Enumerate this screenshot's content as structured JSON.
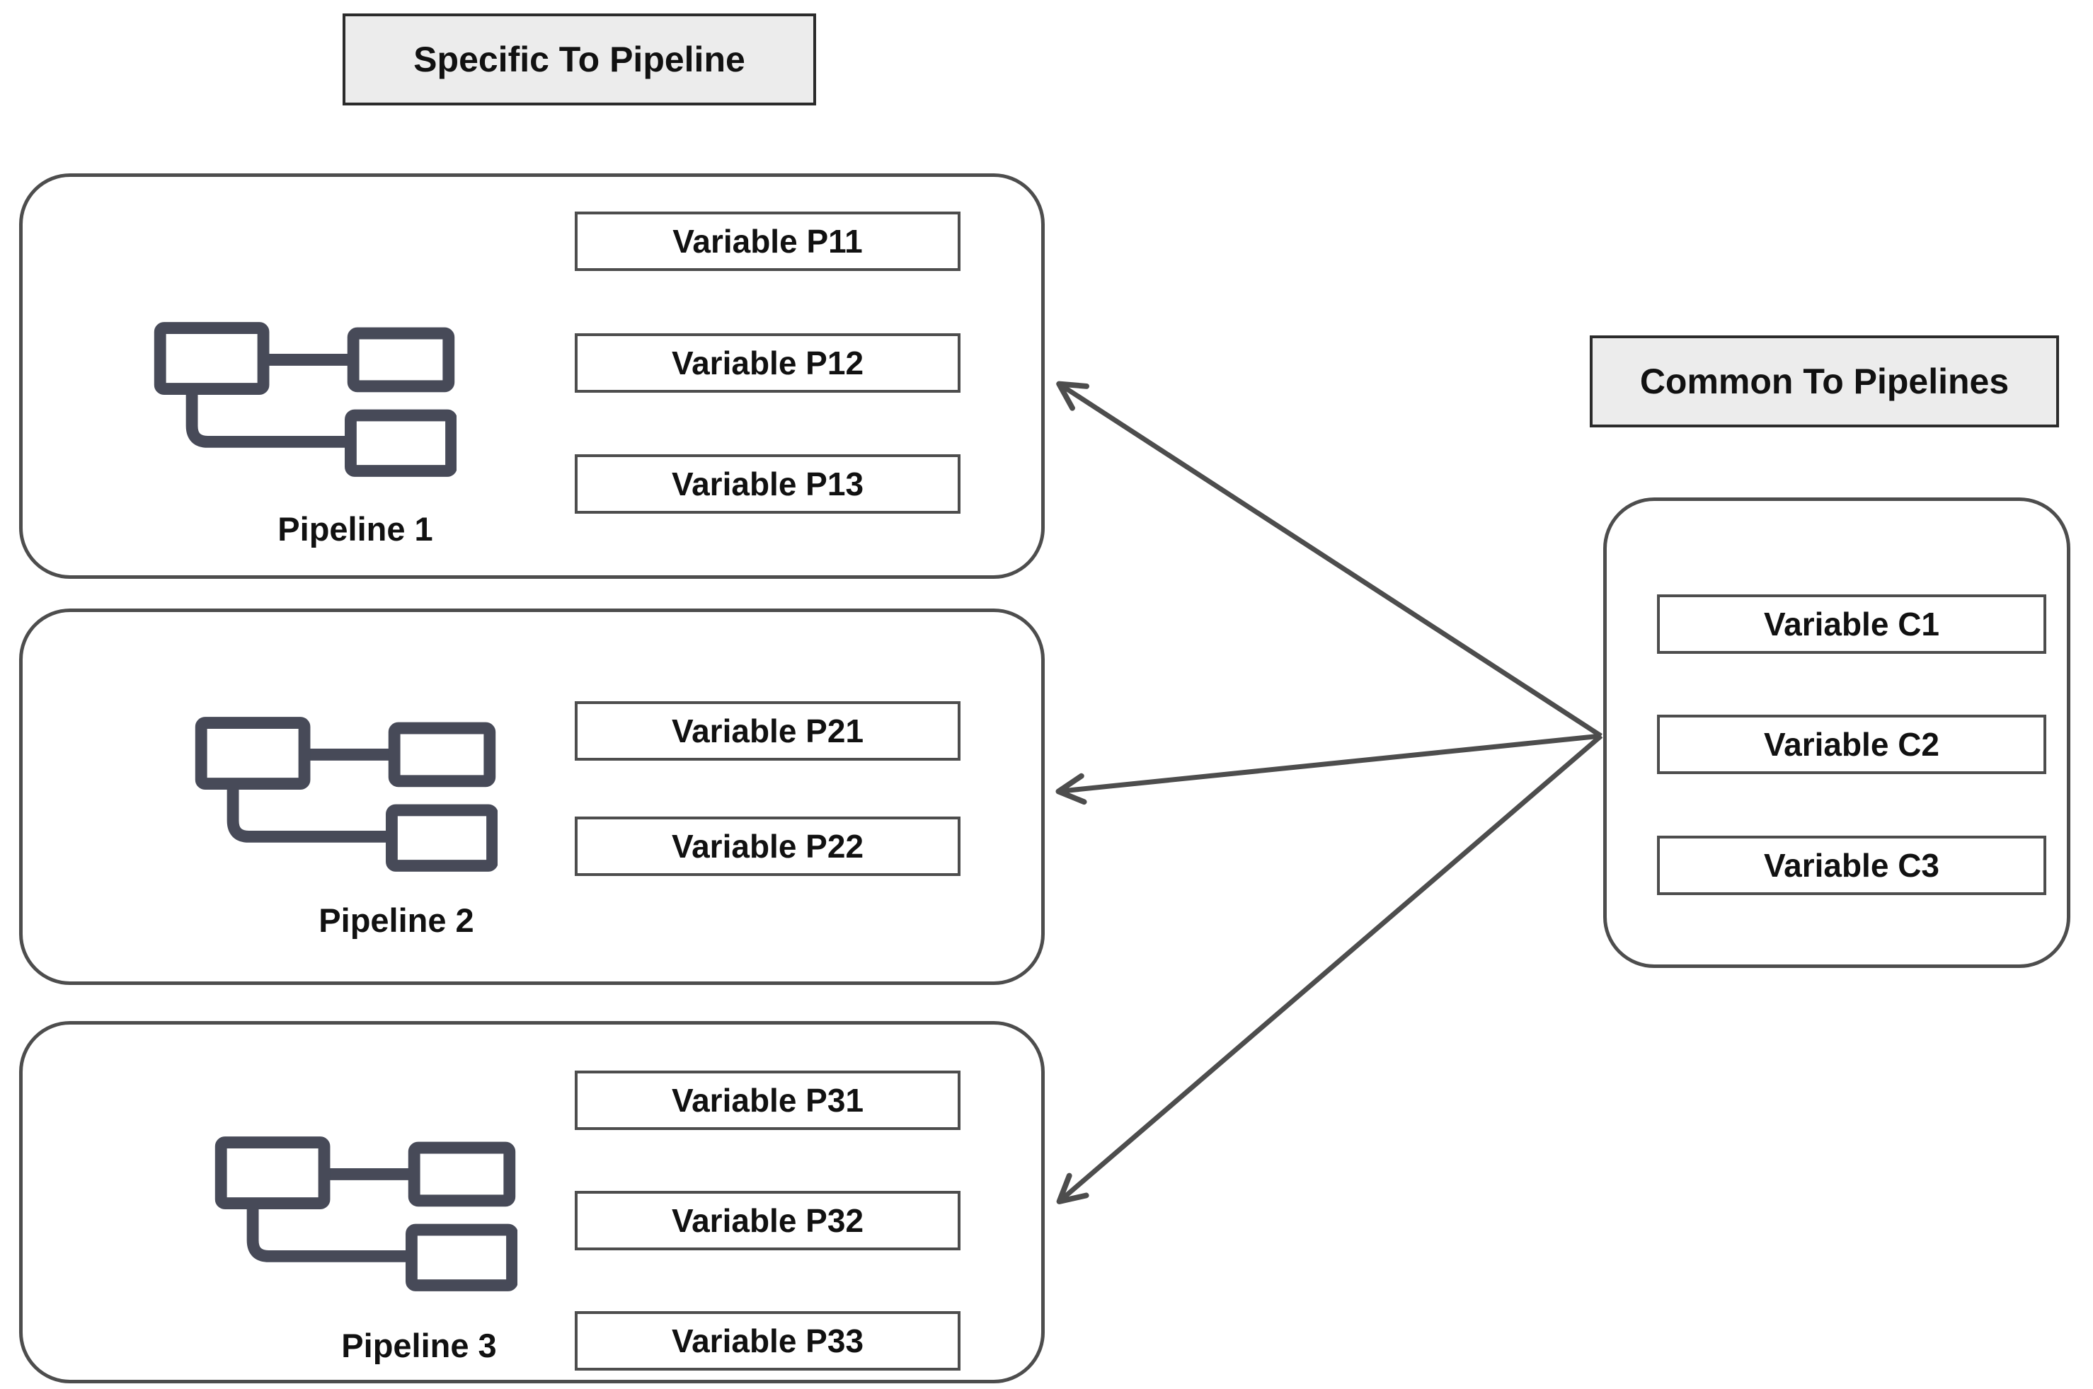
{
  "diagram": {
    "left_header": "Specific To Pipeline",
    "right_header": "Common To Pipelines",
    "pipelines": [
      {
        "label": "Pipeline 1",
        "variables": [
          "Variable P11",
          "Variable P12",
          "Variable P13"
        ]
      },
      {
        "label": "Pipeline 2",
        "variables": [
          "Variable P21",
          "Variable P22"
        ]
      },
      {
        "label": "Pipeline 3",
        "variables": [
          "Variable P31",
          "Variable P32",
          "Variable P33"
        ]
      }
    ],
    "common": {
      "variables": [
        "Variable C1",
        "Variable C2",
        "Variable C3"
      ]
    },
    "colors": {
      "box_border": "#4d4d4d",
      "header_bg": "#ececec",
      "icon_stroke": "#474a58",
      "arrow": "#4d4d4d",
      "text": "#111111"
    },
    "icon_name": "pipeline-flow-icon",
    "arrows": "common-box points to each pipeline box"
  }
}
